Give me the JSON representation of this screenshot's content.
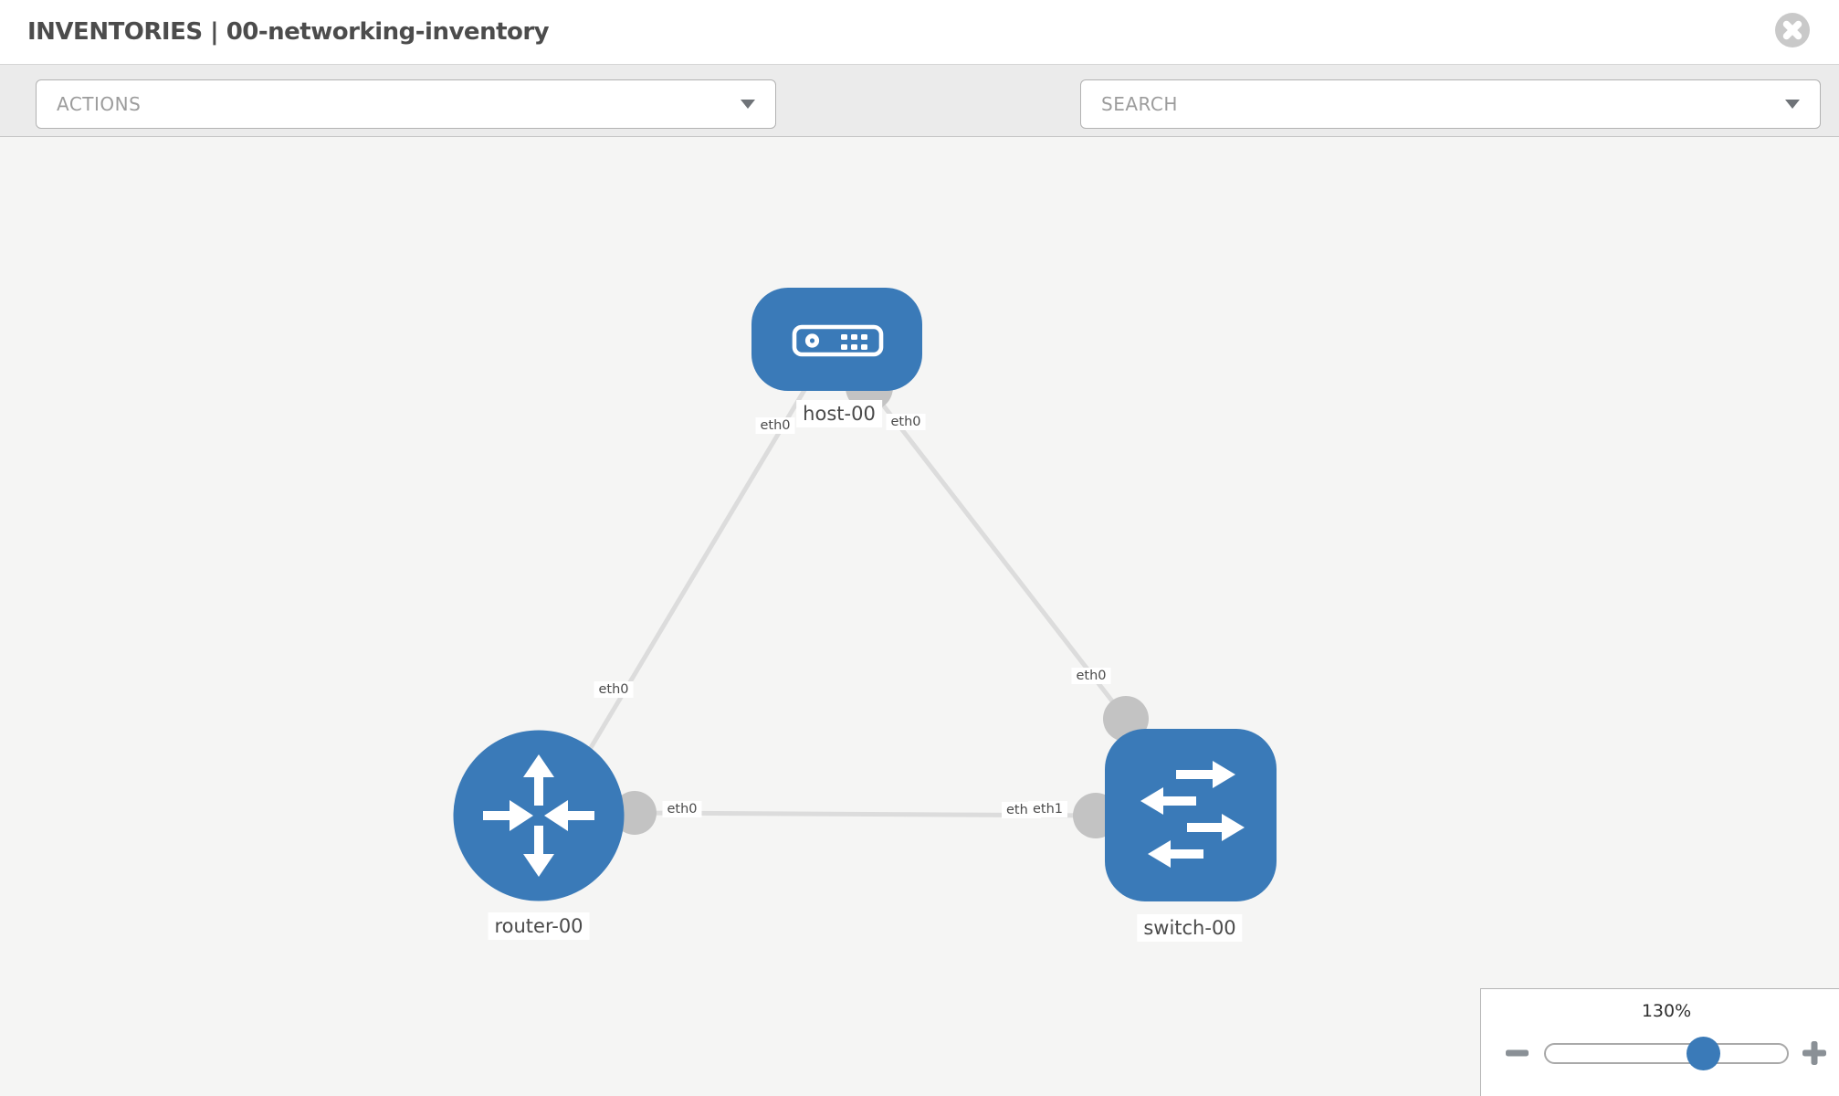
{
  "header": {
    "title": "INVENTORIES | 00-networking-inventory"
  },
  "toolbar": {
    "actions_label": "ACTIONS",
    "search_label": "SEARCH"
  },
  "topology": {
    "nodes": [
      {
        "label": "host-00",
        "type": "host"
      },
      {
        "label": "router-00",
        "type": "router"
      },
      {
        "label": "switch-00",
        "type": "switch"
      }
    ],
    "links": [
      {
        "from": "host-00",
        "from_if": "eth0",
        "to": "router-00",
        "to_if": "eth0"
      },
      {
        "from": "host-00",
        "from_if": "eth0",
        "to": "switch-00",
        "to_if": "eth0"
      },
      {
        "from": "router-00",
        "from_if": "eth0",
        "to": "switch-00",
        "to_if": "eth1"
      }
    ],
    "labels": {
      "eth0": "eth0",
      "eth1": "eth1"
    }
  },
  "zoom": {
    "level": "130%"
  },
  "colors": {
    "node_blue": "#3a7ab8",
    "link_gray": "#dcdcdc",
    "port_gray": "#c3c3c3"
  }
}
